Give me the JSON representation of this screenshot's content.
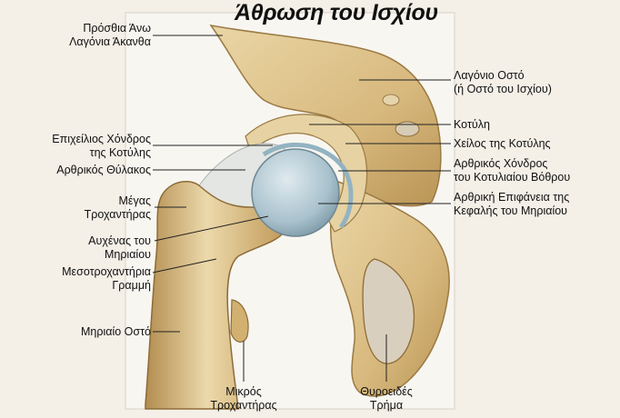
{
  "title": "Άθρωση του Ισχίου",
  "labels": {
    "asis_1": "Πρόσθια Άνω",
    "asis_2": "Λαγόνια Άκανθα",
    "ilium_1": "Λαγόνιο Οστό",
    "ilium_2": "(ή Οστό του Ισχίου)",
    "acetabulum": "Κοτύλη",
    "labrum_1": "Επιχείλιος Χόνδρος",
    "labrum_2": "της Κοτύλης",
    "acetabular_rim": "Χείλος της Κοτύλης",
    "capsule": "Αρθρικός Θύλακος",
    "fossa_cart_1": "Αρθρικός Χόνδρος",
    "fossa_cart_2": "του Κοτυλιαίου Βόθρου",
    "head_surface_1": "Αρθρική Επιφάνεια της",
    "head_surface_2": "Κεφαλής του Μηριαίου",
    "greater_troch_1": "Μέγας",
    "greater_troch_2": "Τροχαντήρας",
    "neck_1": "Αυχένας του",
    "neck_2": "Μηριαίου",
    "intertroch_1": "Μεσοτροχαντήρια",
    "intertroch_2": "Γραμμή",
    "femur": "Μηριαίο Οστό",
    "lesser_troch_1": "Μικρός",
    "lesser_troch_2": "Τροχαντήρας",
    "obturator_1": "Θυροειδές",
    "obturator_2": "Τρήμα"
  },
  "colors": {
    "bone": "#dcc08a",
    "bone_dark": "#a7813f",
    "cartilage": "#b9cdd6",
    "capsule": "#e3e6e2",
    "background": "#f4efe7",
    "frame": "#f8f6f1"
  }
}
